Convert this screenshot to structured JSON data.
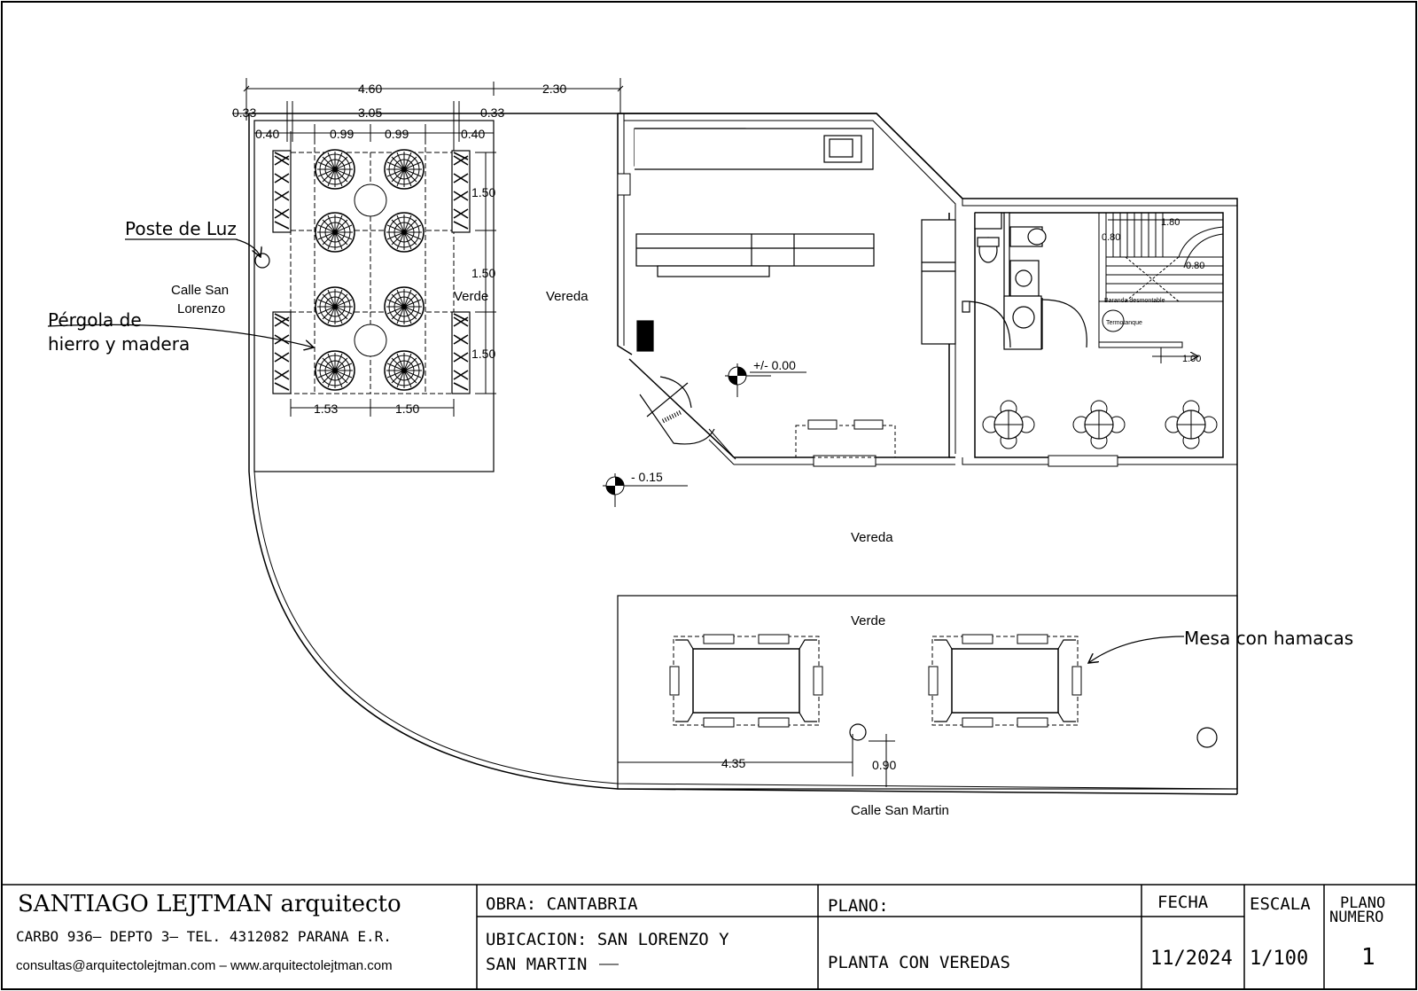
{
  "labels": {
    "poste": "Poste de Luz",
    "calle_san_lorenzo_1": "Calle San",
    "calle_san_lorenzo_2": "Lorenzo",
    "pergola_1": "Pérgola de",
    "pergola_2": "hierro y madera",
    "verde_left": "Verde",
    "vereda_top": "Vereda",
    "vereda_mid": "Vereda",
    "verde_bottom": "Verde",
    "mesa": "Mesa con hamacas",
    "calle_san_martin": "Calle San Martin",
    "level_000": "+/- 0.00",
    "level_015": "- 0.15",
    "baranda": "Baranda desmontable",
    "termotanque": "Termotanque"
  },
  "dimensions": {
    "d460": "4.60",
    "d230": "2.30",
    "d033a": "0.33",
    "d305": "3.05",
    "d033b": "0.33",
    "d040a": "0.40",
    "d099a": "0.99",
    "d099b": "0.99",
    "d040b": "0.40",
    "d150a": "1.50",
    "d150b": "1.50",
    "d150c": "1.50",
    "d153": "1.53",
    "d150d": "1.50",
    "d180": "1.80",
    "d080a": "0.80",
    "d080b": "0.80",
    "d100": "1.00",
    "d435": "4.35",
    "d090": "0.90"
  },
  "title_block": {
    "firm": "SANTIAGO LEJTMAN arquitecto",
    "address": "CARBO 936– DEPTO 3– TEL. 4312082 PARANA E.R.",
    "contact": "consultas@arquitectolejtman.com – www.arquitectolejtman.com",
    "obra": "OBRA:  CANTABRIA",
    "ubicacion_1": "UBICACION: SAN LORENZO Y",
    "ubicacion_2": "SAN MARTIN",
    "plano_label": "PLANO:",
    "plano_value": "PLANTA CON VEREDAS",
    "fecha_label": "FECHA",
    "fecha_value": "11/2024",
    "escala_label": "ESCALA",
    "escala_value": "1/100",
    "numero_label_1": "PLANO",
    "numero_label_2": "NUMERO",
    "numero_value": "1"
  }
}
